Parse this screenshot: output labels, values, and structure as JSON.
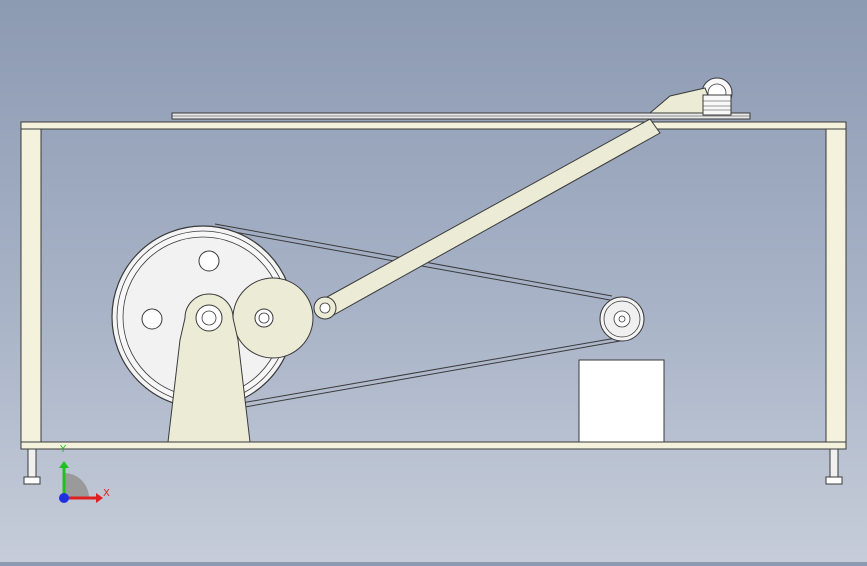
{
  "viewport": {
    "background_top": "#8c9ab2",
    "background_bottom": "#c6cdd9"
  },
  "colors": {
    "frame_fill": "#f4f2dc",
    "part_fill": "#ecebd6",
    "white_fill": "#ffffff",
    "outline": "#3a3a3a",
    "axis_x": "#e02020",
    "axis_y": "#20c020",
    "axis_z": "#2030e0"
  },
  "triad": {
    "x_label": "X",
    "y_label": "Y",
    "x_icon": "axis-x-arrow",
    "y_icon": "axis-y-arrow",
    "origin_icon": "axis-origin-dot"
  }
}
